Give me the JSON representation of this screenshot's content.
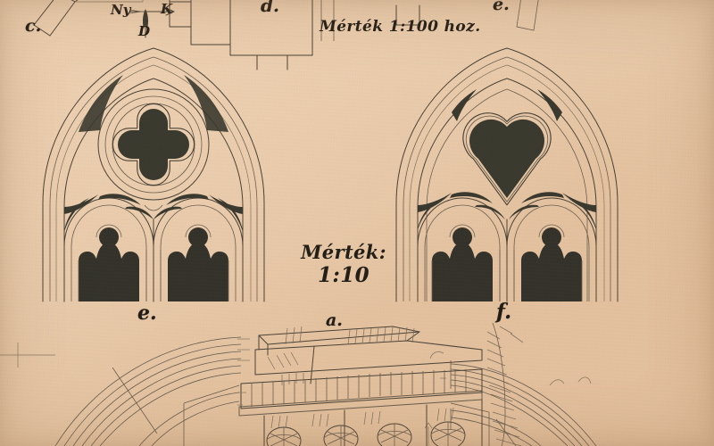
{
  "document": {
    "kind": "scanned-architectural-drawing",
    "medium": "ink and wash on aged paper",
    "paper_color": "#e7c9a9",
    "ink_color": "#4a4338",
    "wash_color": "#3a392f"
  },
  "annotations": {
    "scale_upper": "Mérték 1:100 hoz.",
    "scale_lower_line1": "Mérték:",
    "scale_lower_line2": "1:10"
  },
  "figure_labels": {
    "c": "c.",
    "d": "d.",
    "e_top": "e.",
    "e": "e.",
    "f": "f.",
    "a": "a."
  },
  "compass": {
    "west": "Ny",
    "east": "K",
    "south": "D"
  },
  "drawings": [
    {
      "id": "plan-strip",
      "name": "ground-plan-fragment",
      "description": "partial ground plan with rectangular bays along the top edge"
    },
    {
      "id": "window-e",
      "name": "gothic-window-quatrefoil",
      "label": "e.",
      "lights": 2,
      "tracery_motif": "quatrefoil rose",
      "scale": "1:10"
    },
    {
      "id": "window-f",
      "name": "gothic-window-trefoil",
      "label": "f.",
      "lights": 2,
      "tracery_motif": "trefoil rose",
      "scale": "1:10"
    },
    {
      "id": "cornice-a",
      "name": "cornice-perspective-sketch",
      "label": "a.",
      "description": "perspective pencil sketch of cornice over engaged shafts with four capitals"
    },
    {
      "id": "arch-left",
      "name": "arch-profile-left",
      "description": "concentric moulding arcs of an arch springing, lower left"
    },
    {
      "id": "arch-right",
      "name": "arch-profile-right",
      "description": "concentric moulding arcs of an arch springing, lower right"
    }
  ]
}
